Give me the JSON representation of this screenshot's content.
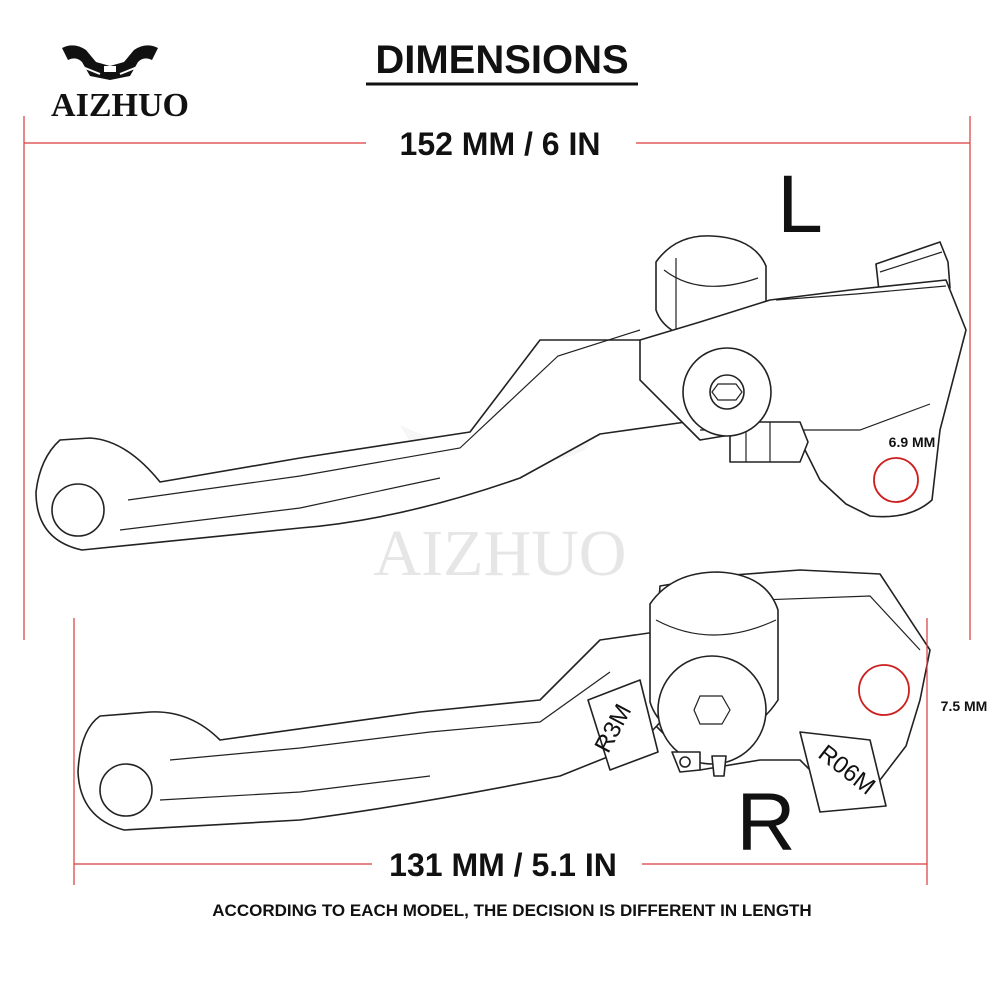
{
  "brand": {
    "name": "AIZHUO",
    "logo_icon": "winged-motorcycle-logo-icon"
  },
  "watermark": {
    "text": "AIZHUO"
  },
  "title": "DIMENSIONS",
  "left_lever": {
    "side_label": "L",
    "overall_length": "152 MM / 6 IN",
    "hole_diameter": "6.9 MM"
  },
  "right_lever": {
    "side_label": "R",
    "overall_length": "131 MM / 5.1 IN",
    "hole_diameter": "7.5 MM",
    "engravings": [
      "R3M",
      "R06M"
    ]
  },
  "footer_note": "ACCORDING TO EACH MODEL, THE DECISION IS DIFFERENT IN LENGTH",
  "colors": {
    "dimension_line": "#d93a3a",
    "hole_ring": "#cc1f1f",
    "outline": "#222222"
  }
}
